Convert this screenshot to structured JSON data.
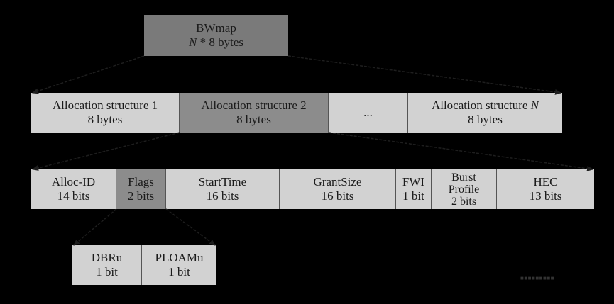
{
  "bwmap": {
    "title": "BWmap",
    "size_var": "N",
    "size_rest": " * 8 bytes"
  },
  "allocation_row": [
    {
      "label": "Allocation structure 1",
      "size": "8 bytes"
    },
    {
      "label": "Allocation structure 2",
      "size": "8 bytes"
    },
    {
      "label": "...",
      "size": ""
    },
    {
      "label": "Allocation structure ",
      "label_var": "N",
      "size": "8 bytes"
    }
  ],
  "fields_row": [
    {
      "label": "Alloc-ID",
      "size": "14 bits"
    },
    {
      "label": "Flags",
      "size": "2 bits"
    },
    {
      "label": "StartTime",
      "size": "16 bits"
    },
    {
      "label": "GrantSize",
      "size": "16 bits"
    },
    {
      "label": "FWI",
      "size": "1 bit"
    },
    {
      "label_line1": "Burst",
      "label_line2": "Profile",
      "size": "2 bits"
    },
    {
      "label": "HEC",
      "size": "13 bits"
    }
  ],
  "flags_row": [
    {
      "label": "DBRu",
      "size": "1 bit"
    },
    {
      "label": "PLOAMu",
      "size": "1 bit"
    }
  ],
  "colors": {
    "background": "#000000",
    "box_light": "#d2d2d2",
    "box_highlight": "#8c8c8c",
    "bwmap_box": "#7a7a7a"
  }
}
